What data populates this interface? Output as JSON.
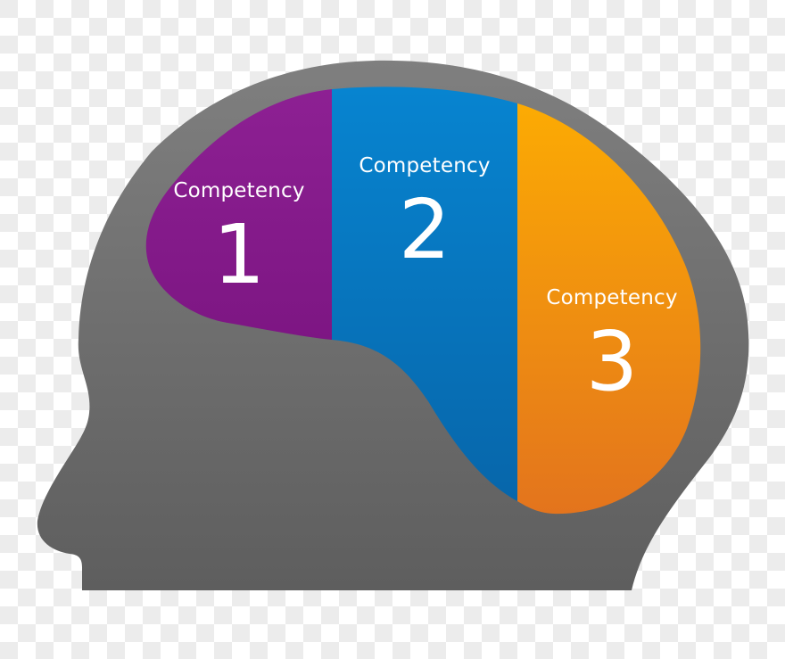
{
  "diagram": {
    "type": "head-silhouette-competencies",
    "head": {
      "color_top": "#7d7d7d",
      "color_bottom": "#5f5f5f"
    },
    "regions": [
      {
        "id": "competency-1",
        "word": "Competency",
        "number": "1",
        "color_top": "#8c1f92",
        "color_bottom": "#7e1784"
      },
      {
        "id": "competency-2",
        "word": "Competency",
        "number": "2",
        "color_top": "#0783cf",
        "color_bottom": "#0767ac"
      },
      {
        "id": "competency-3",
        "word": "Competency",
        "number": "3",
        "color_top": "#fbaa04",
        "color_bottom": "#e4761c"
      }
    ]
  }
}
